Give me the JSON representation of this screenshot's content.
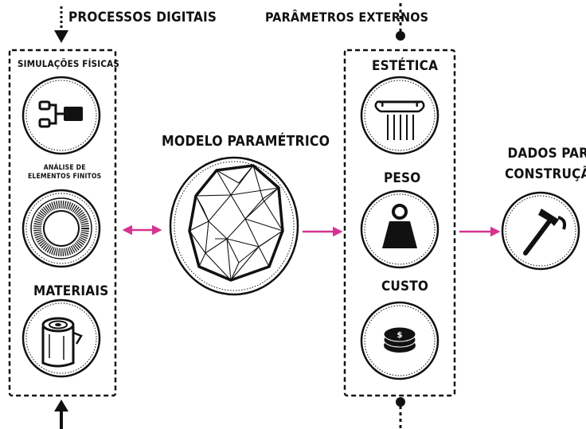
{
  "header": {
    "left_title": "PROCESSOS DIGITAIS",
    "right_title": "PARÂMETROS EXTERNOS"
  },
  "left_panel": {
    "items": [
      {
        "label": "SIMULAÇÕES FÍSICAS",
        "icon": "simulation-icon"
      },
      {
        "label": "ANÁLISE DE\nELEMENTOS FINITOS",
        "icon": "finite-element-ring-icon"
      },
      {
        "label": "MATERIAIS",
        "icon": "wood-log-icon"
      }
    ]
  },
  "center": {
    "title": "MODELO PARAMÉTRICO",
    "icon": "parametric-mesh-icon"
  },
  "right_panel": {
    "items": [
      {
        "label": "ESTÉTICA",
        "icon": "column-capital-icon"
      },
      {
        "label": "PESO",
        "icon": "weight-icon"
      },
      {
        "label": "CUSTO",
        "icon": "coin-stack-icon"
      }
    ]
  },
  "output": {
    "title": "DADOS PARA\nCONSTRUÇÃO",
    "icon": "hammer-icon"
  },
  "colors": {
    "arrow": "#d6338f",
    "ink": "#111111"
  }
}
